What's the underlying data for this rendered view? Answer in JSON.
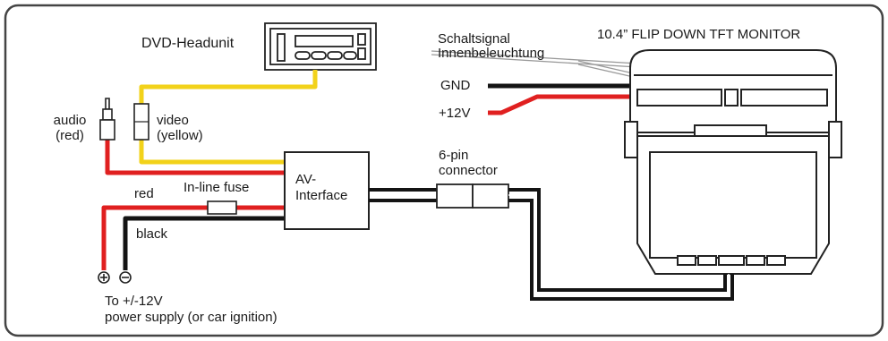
{
  "labels": {
    "dvd_headunit": "DVD-Headunit",
    "schaltsignal": "Schaltsignal",
    "innenbeleuchtung": "Innenbeleuchtung",
    "monitor_title": "10.4” FLIP DOWN TFT MONITOR",
    "gnd": "GND",
    "plus12v": "+12V",
    "audio": "audio",
    "audio_color": "(red)",
    "video": "video",
    "video_color": "(yellow)",
    "av_line1": "AV-",
    "av_line2": "Interface",
    "connector_line1": "6-pin",
    "connector_line2": "connector",
    "inline_fuse": "In-line fuse",
    "red": "red",
    "black": "black",
    "power_line1": "To +/-12V",
    "power_line2": "power supply (or car ignition)"
  },
  "colors": {
    "red_wire": "#e02020",
    "yellow_wire": "#f2d21a",
    "black_wire": "#141414",
    "outline": "#222222",
    "frame": "#444444"
  }
}
